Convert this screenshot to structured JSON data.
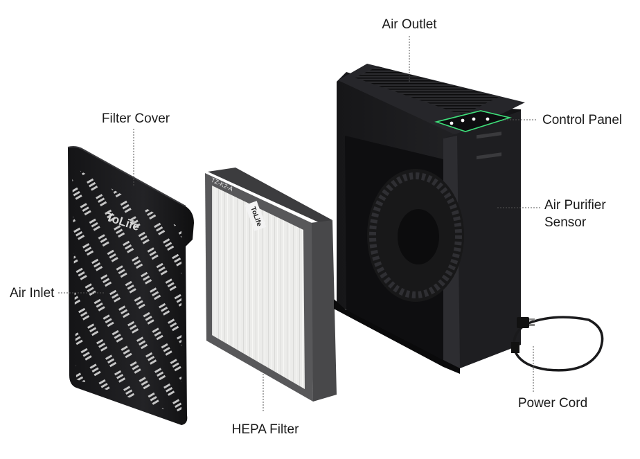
{
  "labels": {
    "air_outlet": "Air Outlet",
    "filter_cover": "Filter Cover",
    "control_panel": "Control Panel",
    "sensor_line1": "Air Purifier",
    "sensor_line2": "Sensor",
    "air_inlet": "Air Inlet",
    "power_cord": "Power Cord",
    "hepa_filter": "HEPA Filter"
  },
  "brand": {
    "cover_logo": "ToLife",
    "filter_logo": "ToLife",
    "filter_model": "TZ-K2-A"
  },
  "colors": {
    "body_dark": "#1c1c1e",
    "filter_frame": "#4a4a4c",
    "filter_media": "#e8e8e6",
    "panel_green": "#3ee07a"
  }
}
